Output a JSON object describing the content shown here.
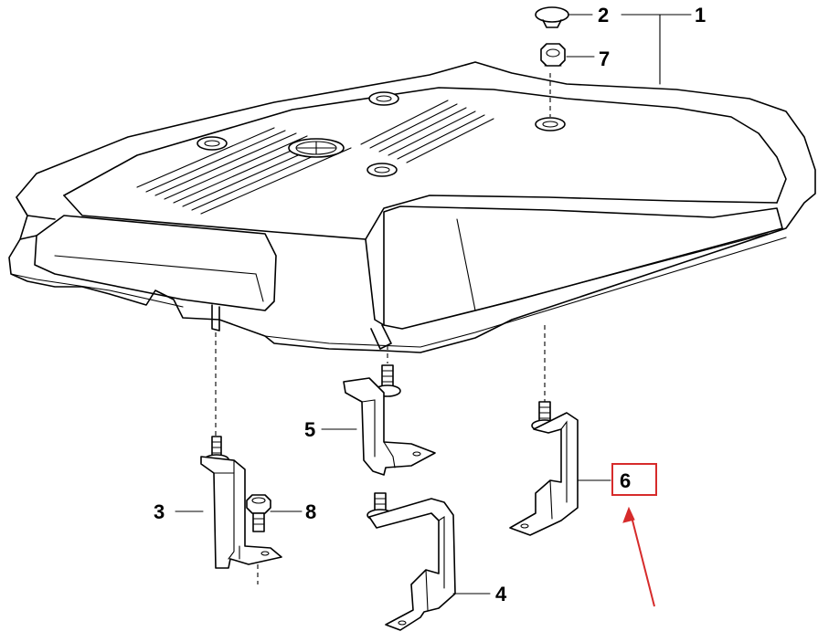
{
  "diagram": {
    "labels": {
      "p1": "1",
      "p2": "2",
      "p3": "3",
      "p4": "4",
      "p5": "5",
      "p6": "6",
      "p7": "7",
      "p8": "8"
    },
    "highlight": {
      "part": "6",
      "color": "#d62b2b"
    },
    "line_color": "#000000"
  }
}
